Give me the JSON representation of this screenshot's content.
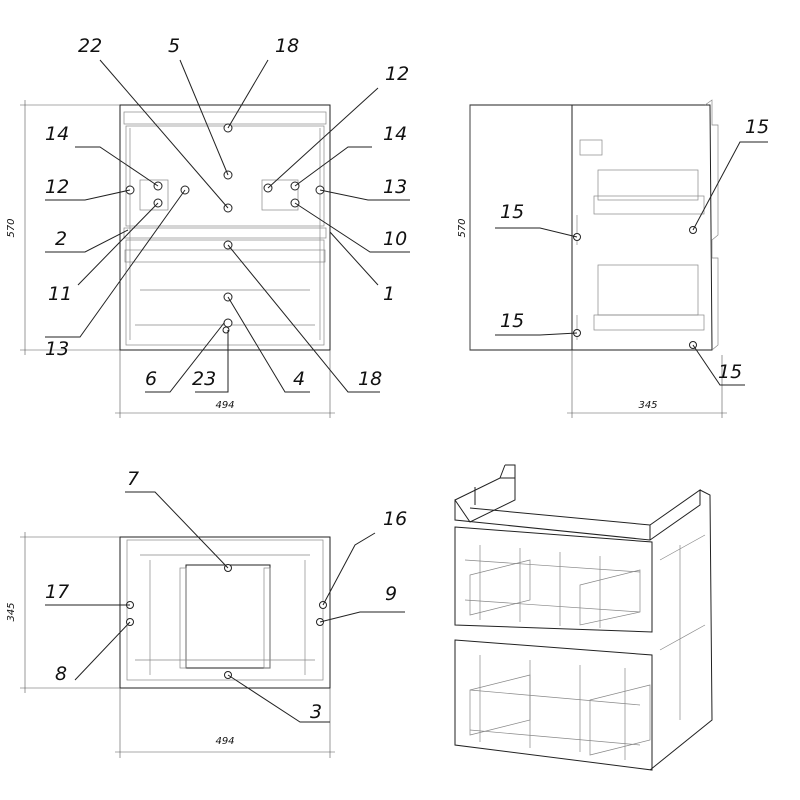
{
  "front_view": {
    "callouts": [
      "22",
      "5",
      "18",
      "12",
      "14",
      "14",
      "12",
      "13",
      "2",
      "10",
      "11",
      "1",
      "13",
      "6",
      "23",
      "4",
      "18"
    ],
    "dim_height": "570",
    "dim_width": "494"
  },
  "side_view": {
    "callouts": [
      "15",
      "15",
      "15",
      "15"
    ],
    "dim_height": "570",
    "dim_depth": "345"
  },
  "top_view": {
    "callouts": [
      "7",
      "16",
      "17",
      "9",
      "8",
      "3"
    ],
    "dim_depth": "345",
    "dim_width": "494"
  }
}
